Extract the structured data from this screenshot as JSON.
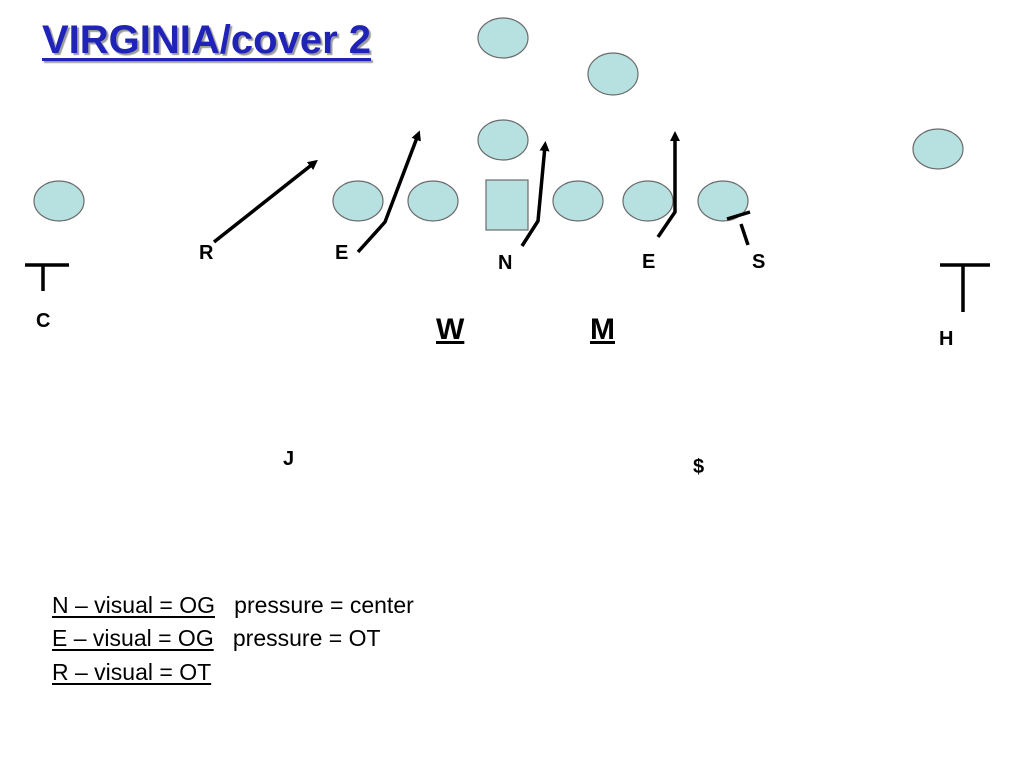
{
  "title": "VIRGINIA/cover 2",
  "defenders": {
    "R": "R",
    "E_left": "E",
    "N": "N",
    "E_right": "E",
    "S": "S",
    "C": "C",
    "W": "W",
    "M": "M",
    "H": "H",
    "J": "J",
    "dollar": "$"
  },
  "key": [
    {
      "visual": "N – visual = OG",
      "pressure": "pressure = center"
    },
    {
      "visual": "E – visual = OG",
      "pressure": "pressure = OT"
    },
    {
      "visual": "R – visual = OT",
      "pressure": ""
    }
  ],
  "colors": {
    "title": "#1f23b8",
    "player_fill": "#b7e0e0",
    "player_stroke": "#6b6b6b"
  }
}
